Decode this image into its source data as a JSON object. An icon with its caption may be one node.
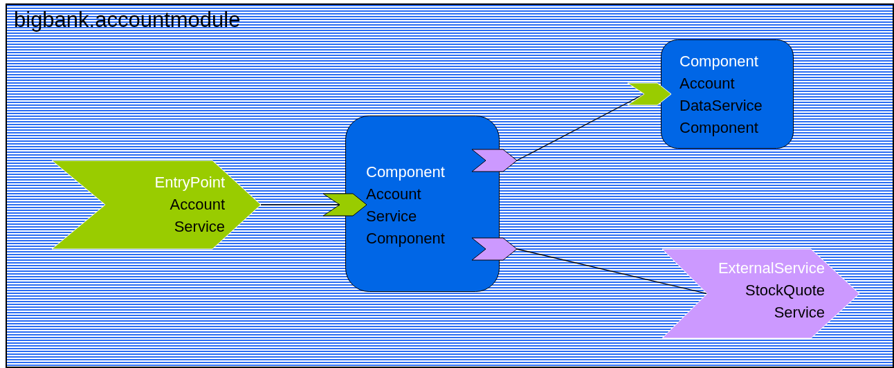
{
  "diagram": {
    "nodes": [
      {
        "text": [
          "bigbank.accountmodule"
        ]
      },
      {
        "text": [
          "EntryPoint",
          "Account Service"
        ],
        "in": 0
      },
      {
        "text": [
          "Component",
          "Account Service Component"
        ],
        "in": 0
      },
      {
        "text": [
          "Component",
          "Account DataService Component"
        ],
        "in": 0
      },
      {
        "text": [
          "ExternalService",
          "StockQuote Service"
        ],
        "in": 0
      },
      {
        "text": [],
        "shape": "chevron",
        "in": 0
      },
      {
        "text": [],
        "shape": "chevron",
        "in": 0
      },
      {
        "text": [],
        "shape": "chevron",
        "in": 0
      },
      {
        "text": [],
        "shape": "chevron",
        "in": 0
      }
    ],
    "edges": [
      {
        "from": 1,
        "to": 5,
        "arrow": "none"
      },
      {
        "from": 6,
        "to": 8,
        "arrow": "none"
      },
      {
        "from": 7,
        "to": 4,
        "arrow": "none"
      }
    ]
  }
}
